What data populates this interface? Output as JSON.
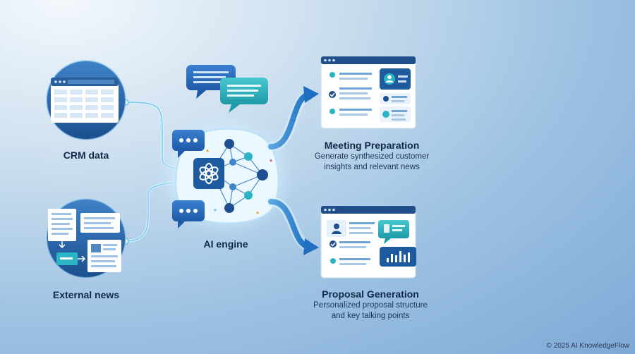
{
  "sources": {
    "crm_label": "CRM data",
    "news_label": "External news"
  },
  "engine": {
    "label": "AI engine"
  },
  "outputs": {
    "meeting": {
      "title": "Meeting Preparation",
      "desc_line1": "Generate synthesized customer",
      "desc_line2": "insights and relevant news"
    },
    "proposal": {
      "title": "Proposal Generation",
      "desc_line1": "Personalized proposal structure",
      "desc_line2": "and key talking points"
    }
  },
  "footer": {
    "copyright": "© 2025 AI KnowledgeFlow"
  },
  "colors": {
    "navy": "#1d4e89",
    "teal": "#2bb5c4",
    "glow": "#e8f6ff"
  }
}
